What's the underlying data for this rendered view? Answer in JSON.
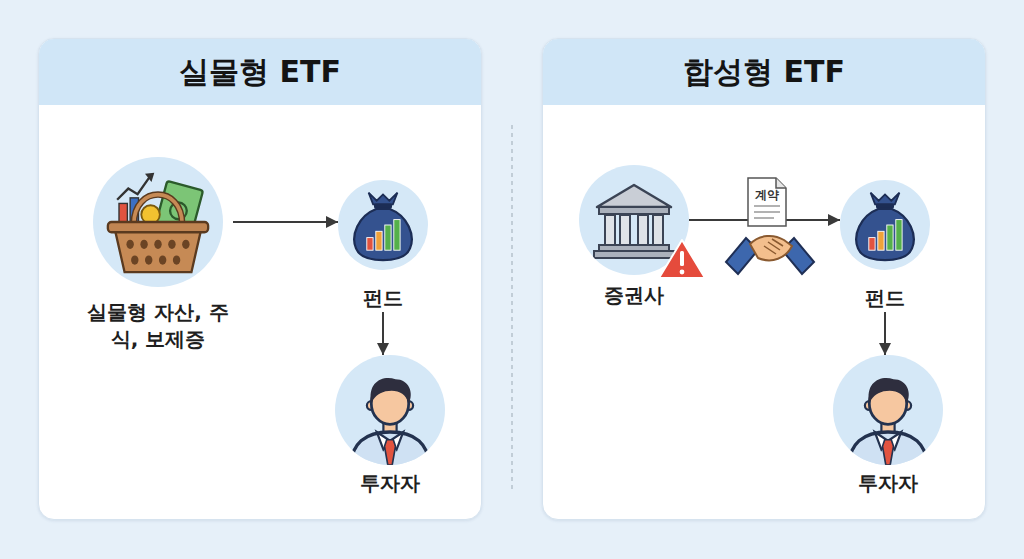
{
  "diagram": {
    "nodes": [
      {
        "text": [
          "실물형 ETF"
        ]
      },
      {
        "text": [
          "실물형 자산, 주식, 보제증"
        ],
        "in": 0
      },
      {
        "text": [
          "펀드"
        ],
        "in": 0
      },
      {
        "text": [
          "투자자"
        ],
        "in": 0
      },
      {
        "text": [
          "합성형 ETF"
        ]
      },
      {
        "text": [
          "증권사"
        ],
        "in": 4
      },
      {
        "text": [
          "펀드"
        ],
        "in": 4
      },
      {
        "text": [
          "투자자"
        ],
        "in": 4
      }
    ],
    "edges": [
      {
        "from": 1,
        "to": 2,
        "arrow": "to"
      },
      {
        "from": 2,
        "to": 3,
        "arrow": "to"
      },
      {
        "from": 5,
        "to": 6,
        "label": "계약",
        "arrow": "to"
      },
      {
        "from": 6,
        "to": 7,
        "arrow": "to"
      }
    ]
  }
}
